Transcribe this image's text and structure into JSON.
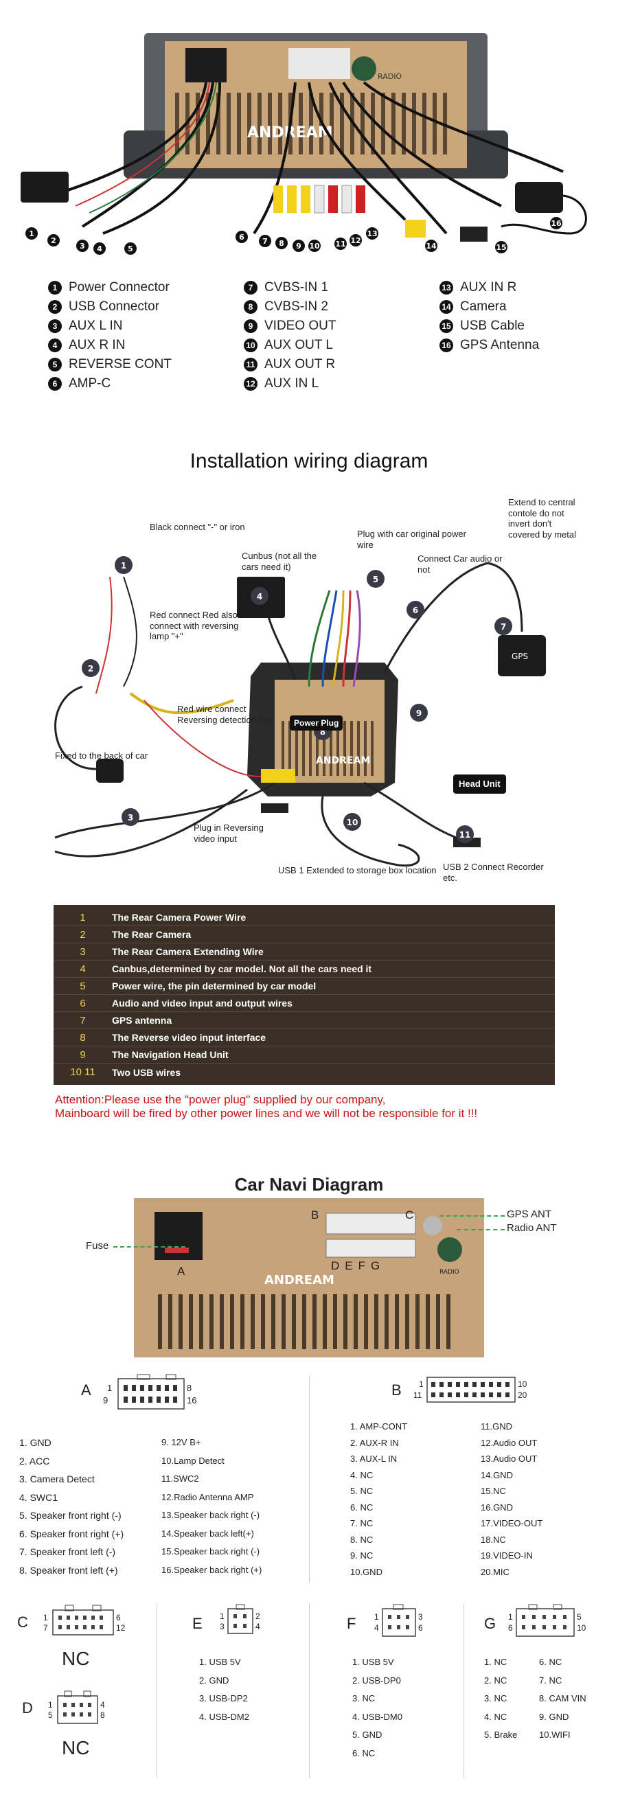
{
  "legend": [
    {
      "n": "1",
      "label": "Power Connector"
    },
    {
      "n": "2",
      "label": "USB Connector"
    },
    {
      "n": "3",
      "label": "AUX L IN"
    },
    {
      "n": "4",
      "label": "AUX R IN"
    },
    {
      "n": "5",
      "label": "REVERSE CONT"
    },
    {
      "n": "6",
      "label": "AMP-C"
    },
    {
      "n": "7",
      "label": "CVBS-IN 1"
    },
    {
      "n": "8",
      "label": "CVBS-IN 2"
    },
    {
      "n": "9",
      "label": "VIDEO OUT"
    },
    {
      "n": "10",
      "label": "AUX OUT L"
    },
    {
      "n": "11",
      "label": "AUX OUT R"
    },
    {
      "n": "12",
      "label": "AUX IN L"
    },
    {
      "n": "13",
      "label": "AUX IN R"
    },
    {
      "n": "14",
      "label": "Camera"
    },
    {
      "n": "15",
      "label": "USB Cable"
    },
    {
      "n": "16",
      "label": "GPS Antenna"
    }
  ],
  "photo1": {
    "brand": "ANDREAM",
    "radio": "RADIO",
    "callouts": [
      "1",
      "2",
      "3",
      "4",
      "5",
      "6",
      "7",
      "8",
      "9",
      "10",
      "11",
      "12",
      "13",
      "14",
      "15",
      "16"
    ]
  },
  "install": {
    "title": "Installation wiring diagram",
    "labels": {
      "black": "Black connect \"-\" or iron",
      "canbus": "Cunbus (not all the cars need it)",
      "plug": "Plug with car original power wire",
      "connect_audio": "Connect Car audio or not",
      "extend": "Extend to central contole do not invert don't covered by metal",
      "red": "Red connect Red also connect with reversing lamp \"+\"",
      "red_wire": "Red wire connect Reversing detection line",
      "fixed": "Fixed to the back of car",
      "power_plug": "Power Plug",
      "head_unit": "Head Unit",
      "plug_rev": "Plug in Reversing video input",
      "usb1": "USB 1 Extended to storage box location",
      "usb2": "USB 2 Connect Recorder etc.",
      "gps": "GPS",
      "brand": "ANDREAM"
    },
    "nums": [
      "1",
      "2",
      "3",
      "4",
      "5",
      "6",
      "7",
      "8",
      "9",
      "10",
      "11"
    ],
    "table": [
      {
        "n": "1",
        "t": "The Rear Camera Power Wire"
      },
      {
        "n": "2",
        "t": "The Rear Camera"
      },
      {
        "n": "3",
        "t": "The Rear Camera Extending Wire"
      },
      {
        "n": "4",
        "t": "Canbus,determined by car model. Not all the cars need it"
      },
      {
        "n": "5",
        "t": "Power wire, the pin determined by car model"
      },
      {
        "n": "6",
        "t": "Audio and video input and output wires"
      },
      {
        "n": "7",
        "t": "GPS antenna"
      },
      {
        "n": "8",
        "t": "The Reverse video input interface"
      },
      {
        "n": "9",
        "t": "The Navigation Head Unit"
      },
      {
        "n": "10  11",
        "t": "Two USB wires"
      }
    ],
    "attention1": "Attention:Please use the \"power plug\" supplied by our company,",
    "attention2": "Mainboard will be fired by other power lines and we will not be responsible for it !!!"
  },
  "navi": {
    "title": "Car Navi Diagram",
    "fuse": "Fuse",
    "gps_ant": "GPS ANT",
    "radio_ant": "Radio ANT",
    "A": "A",
    "B": "B",
    "C": "C",
    "D": "D",
    "E": "E",
    "F": "F",
    "G": "G",
    "brand": "ANDREAM",
    "radio": "RADIO",
    "conn_A": {
      "p1": "1",
      "p8": "8",
      "p9": "9",
      "p16": "16"
    },
    "conn_B": {
      "p1": "1",
      "p10": "10",
      "p11": "11",
      "p20": "20"
    },
    "pins_A_left": [
      "1. GND",
      "2. ACC",
      "3. Camera Detect",
      "4. SWC1",
      "5. Speaker front right (-)",
      "6. Speaker front right (+)",
      "7. Speaker front left (-)",
      "8. Speaker front left (+)"
    ],
    "pins_A_right": [
      "9.  12V B+",
      "10.Lamp Detect",
      "11.SWC2",
      "12.Radio Antenna AMP",
      "13.Speaker back right (-)",
      "14.Speaker back left(+)",
      "15.Speaker back right (-)",
      "16.Speaker back right (+)"
    ],
    "pins_B_left": [
      "1.  AMP-CONT",
      "2.  AUX-R IN",
      "3.  AUX-L IN",
      "4.  NC",
      "5.  NC",
      "6.  NC",
      "7.  NC",
      "8.  NC",
      "9.  NC",
      "10.GND"
    ],
    "pins_B_right": [
      "11.GND",
      "12.Audio OUT",
      "13.Audio OUT",
      "14.GND",
      "15.NC",
      "16.GND",
      "17.VIDEO-OUT",
      "18.NC",
      "19.VIDEO-IN",
      "20.MIC"
    ],
    "conn_C": {
      "p1": "1",
      "p6": "6",
      "p7": "7",
      "p12": "12",
      "nc": "NC"
    },
    "conn_D": {
      "p1": "1",
      "p4": "4",
      "p5": "5",
      "p8": "8",
      "nc": "NC"
    },
    "conn_E": {
      "p1": "1",
      "p2": "2",
      "p3": "3",
      "p4": "4"
    },
    "conn_F": {
      "p1": "1",
      "p3": "3",
      "p4": "4",
      "p6": "6"
    },
    "conn_G": {
      "p1": "1",
      "p5": "5",
      "p6": "6",
      "p10": "10"
    },
    "pins_E": [
      "1. USB 5V",
      "2. GND",
      "3. USB-DP2",
      "4. USB-DM2"
    ],
    "pins_F": [
      "1. USB 5V",
      "2. USB-DP0",
      "3. NC",
      "4. USB-DM0",
      "5. GND",
      "6. NC"
    ],
    "pins_G_left": [
      "1. NC",
      "2. NC",
      "3. NC",
      "4. NC",
      "5. Brake"
    ],
    "pins_G_right": [
      "6.  NC",
      "7.  NC",
      "8.  CAM VIN",
      "9.  GND",
      "10.WIFI"
    ]
  }
}
